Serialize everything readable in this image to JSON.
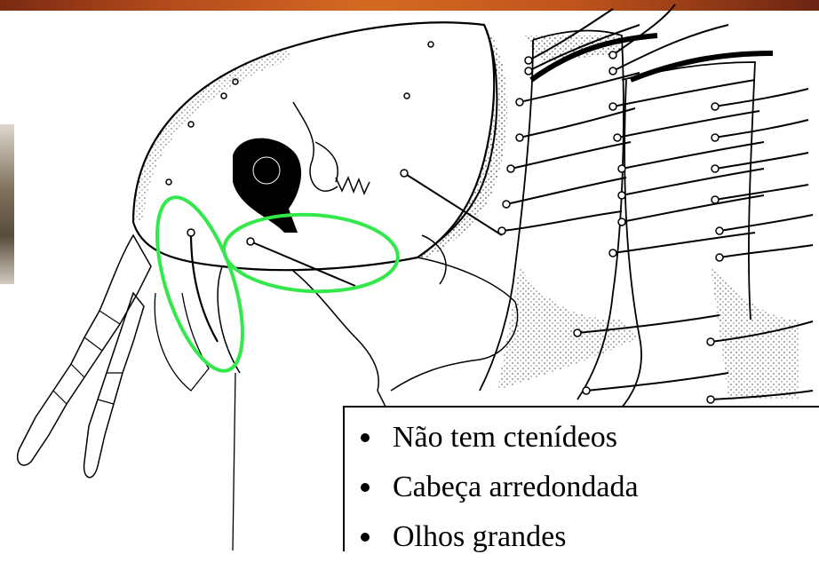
{
  "colors": {
    "highlight": "#33e84a",
    "ink": "#000000",
    "background": "#ffffff",
    "top_band": "#b34a1c"
  },
  "figure": {
    "subject": "flea-head-drawing"
  },
  "bullets": [
    {
      "text": "Não tem ctenídeos"
    },
    {
      "text": "Cabeça arredondada"
    },
    {
      "text": "Olhos grandes"
    }
  ]
}
